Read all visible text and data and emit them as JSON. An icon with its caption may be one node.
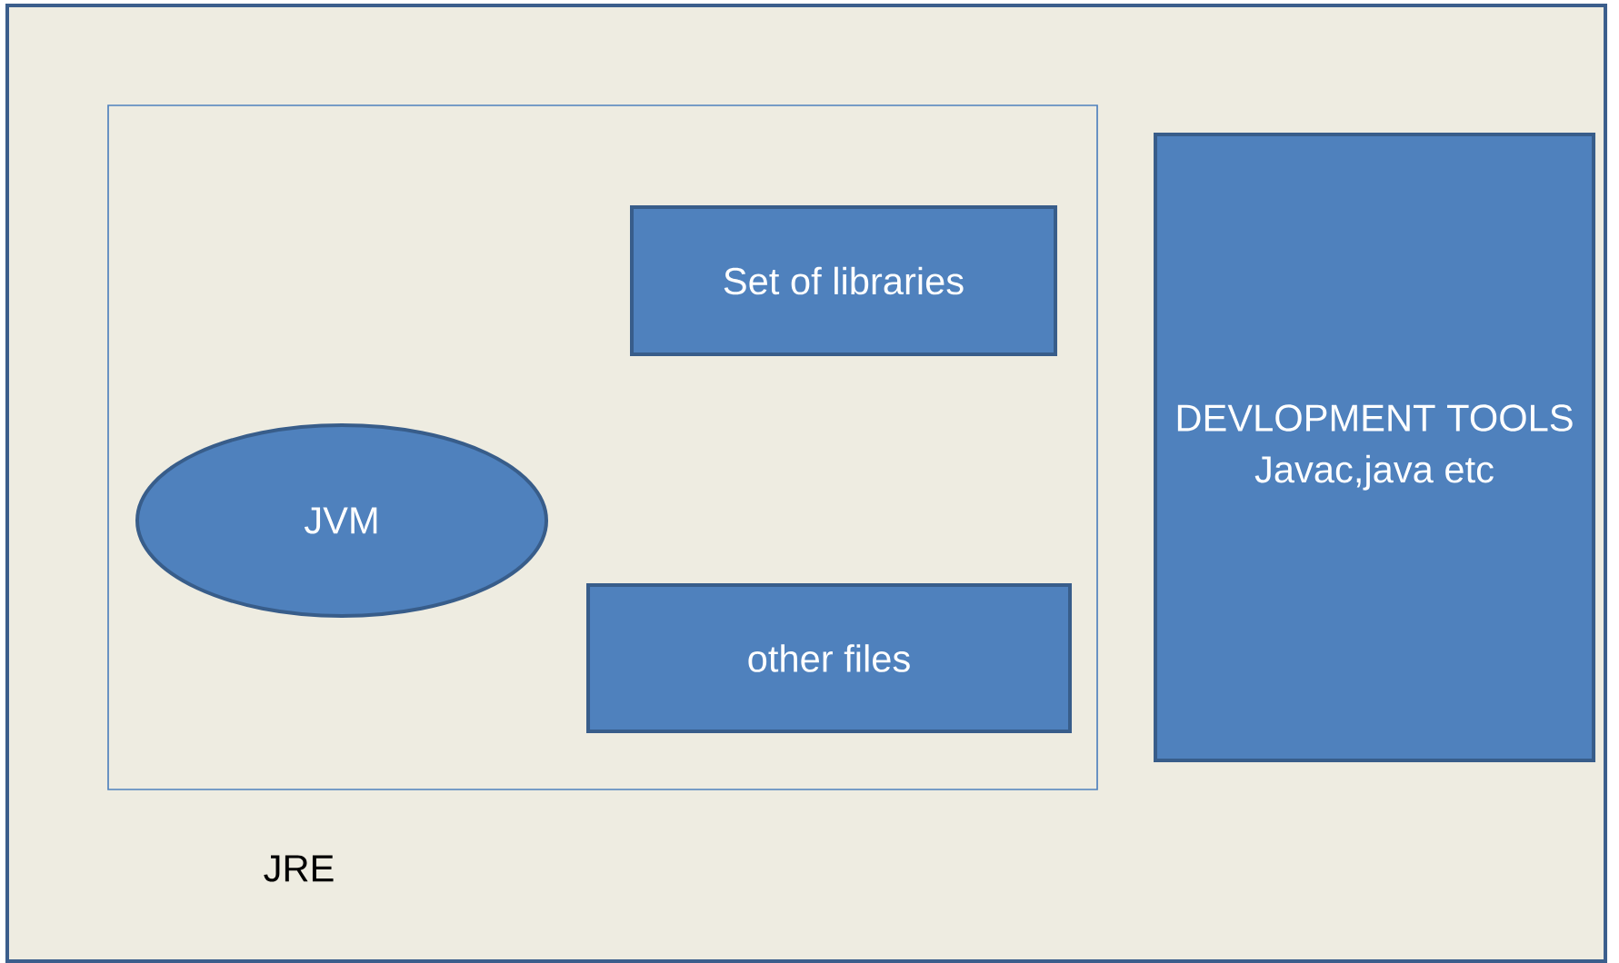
{
  "diagram": {
    "nodes": [
      {
        "text": [
          "JRE"
        ]
      },
      {
        "text": [
          "Set of libraries"
        ],
        "in": 0
      },
      {
        "text": [
          "JVM"
        ],
        "in": 0
      },
      {
        "text": [
          "other files"
        ],
        "in": 0
      },
      {
        "text": [
          "DEVLOPMENT TOOLS",
          "Javac,java etc"
        ]
      }
    ],
    "edges": []
  }
}
